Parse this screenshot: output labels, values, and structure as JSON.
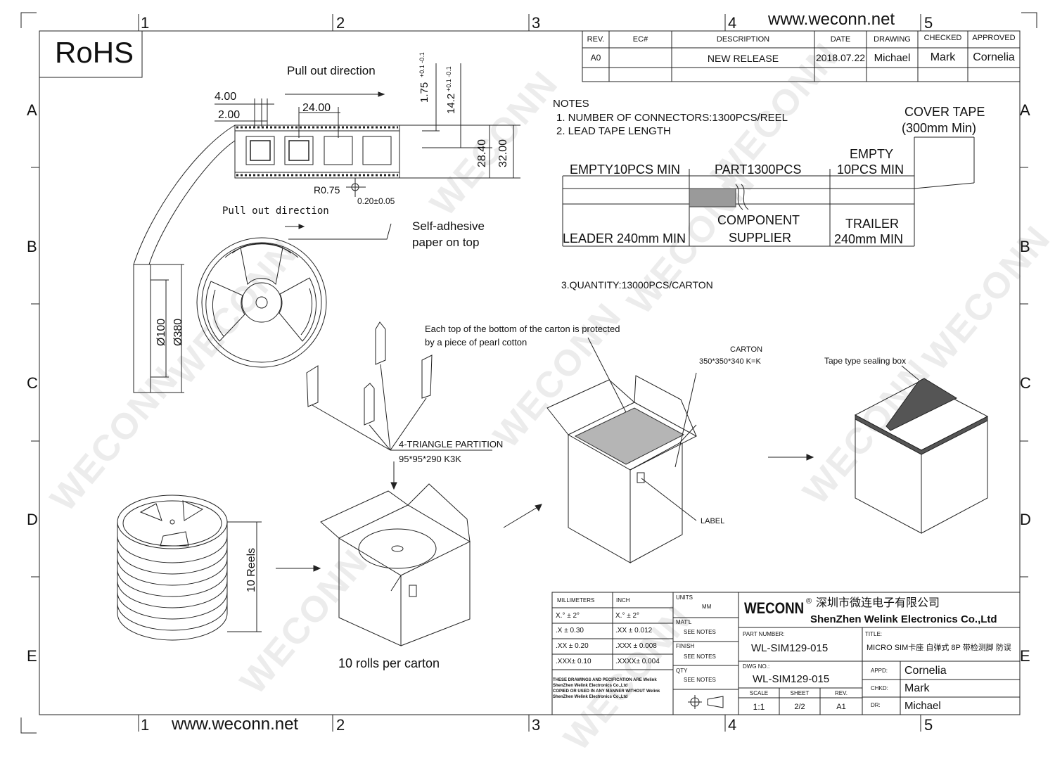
{
  "watermark": "WECONN",
  "website": "www.weconn.net",
  "rohs": "RoHS",
  "grid": {
    "cols": [
      "1",
      "2",
      "3",
      "4",
      "5"
    ],
    "rows": [
      "A",
      "B",
      "C",
      "D",
      "E"
    ]
  },
  "revision_table": {
    "headers": [
      "REV.",
      "EC#",
      "DESCRIPTION",
      "DATE",
      "DRAWING",
      "CHECKED",
      "APPROVED"
    ],
    "row": [
      "A0",
      "",
      "NEW RELEASE",
      "2018.07.22",
      "Michael",
      "Mark",
      "Cornelia"
    ]
  },
  "tape": {
    "pull_out": "Pull out direction",
    "dim_4": "4.00",
    "dim_2": "2.00",
    "dim_24": "24.00",
    "dim_175": "1.75",
    "tol_175": "+0.1 -0.1",
    "dim_142": "14.2",
    "tol_142": "+0.1 -0.1",
    "dim_284": "28.40",
    "dim_32": "32.00",
    "r075": "R0.75",
    "t020": "0.20±0.05"
  },
  "reel": {
    "pull_out": "Pull out direction",
    "adhesive_1": "Self-adhesive",
    "adhesive_2": "paper on top",
    "d100": "Ø100",
    "d380": "Ø380"
  },
  "notes": {
    "title": "NOTES",
    "n1": "1. NUMBER OF CONNECTORS:1300PCS/REEL",
    "n2": "2. LEAD TAPE LENGTH",
    "n3": "3.QUANTITY:13000PCS/CARTON",
    "cover_tape_1": "COVER TAPE",
    "cover_tape_2": "(300mm Min)",
    "empty_lead": "EMPTY10PCS MIN",
    "part": "PART1300PCS",
    "empty_trail_1": "EMPTY",
    "empty_trail_2": "10PCS MIN",
    "leader": "LEADER 240mm MIN",
    "component_1": "COMPONENT",
    "component_2": "SUPPLIER",
    "trailer_1": "TRAILER",
    "trailer_2": "240mm MIN"
  },
  "packing": {
    "protect_1": "Each top of the bottom of the carton is protected",
    "protect_2": "by a piece of pearl cotton",
    "carton_1": "CARTON",
    "carton_2": "350*350*340 K=K",
    "sealing": "Tape type sealing box",
    "partition_1": "4-TRIANGLE PARTITION",
    "partition_2": "95*95*290 K3K",
    "label": "LABEL",
    "reels": "10 Reels",
    "rolls": "10 rolls per carton"
  },
  "tolerance": {
    "mm_header": "MILLIMETERS",
    "inch_header": "INCH",
    "mm": [
      "X.° ± 2°",
      ".X ± 0.30",
      ".XX ± 0.20",
      ".XXX± 0.10"
    ],
    "inch": [
      "X.° ± 2°",
      ".XX ± 0.012",
      ".XXX ± 0.008",
      ".XXXX± 0.004"
    ],
    "disclaimer": [
      "THESE DRAWINGS AND PECIFICATION ARE Welink",
      "ShenZhen Welink Electronics Co.,Ltd",
      " COPIED OR USED IN ANY MANNER WITHOUT Welink",
      "ShenZhen Welink Electronics Co.,Ltd"
    ]
  },
  "titleblock": {
    "units_label": "UNITS",
    "units_value": "MM",
    "matl_label": "MAT'L",
    "matl_value": "SEE NOTES",
    "finish_label": "FINISH",
    "finish_value": "SEE NOTES",
    "qty_label": "QTY",
    "qty_value": "SEE NOTES",
    "brand": "WECONN",
    "company_cn": "深圳市微连电子有限公司",
    "company_en": "ShenZhen Welink Electronics Co.,Ltd",
    "part_label": "PART NUMBER:",
    "part_value": "WL-SIM129-015",
    "title_label": "TITLE:",
    "title_value": "MICRO SIM卡座 自弹式 8P 带检测脚 防误",
    "dwg_label": "DWG NO.:",
    "dwg_value": "WL-SIM129-015",
    "scale_label": "SCALE",
    "scale_value": "1:1",
    "sheet_label": "SHEET",
    "sheet_value": "2/2",
    "rev_label": "REV.",
    "rev_value": "A1",
    "appd_label": "APPD:",
    "appd_value": "Cornelia",
    "chkd_label": "CHKD:",
    "chkd_value": "Mark",
    "dr_label": "DR:",
    "dr_value": "Michael"
  }
}
